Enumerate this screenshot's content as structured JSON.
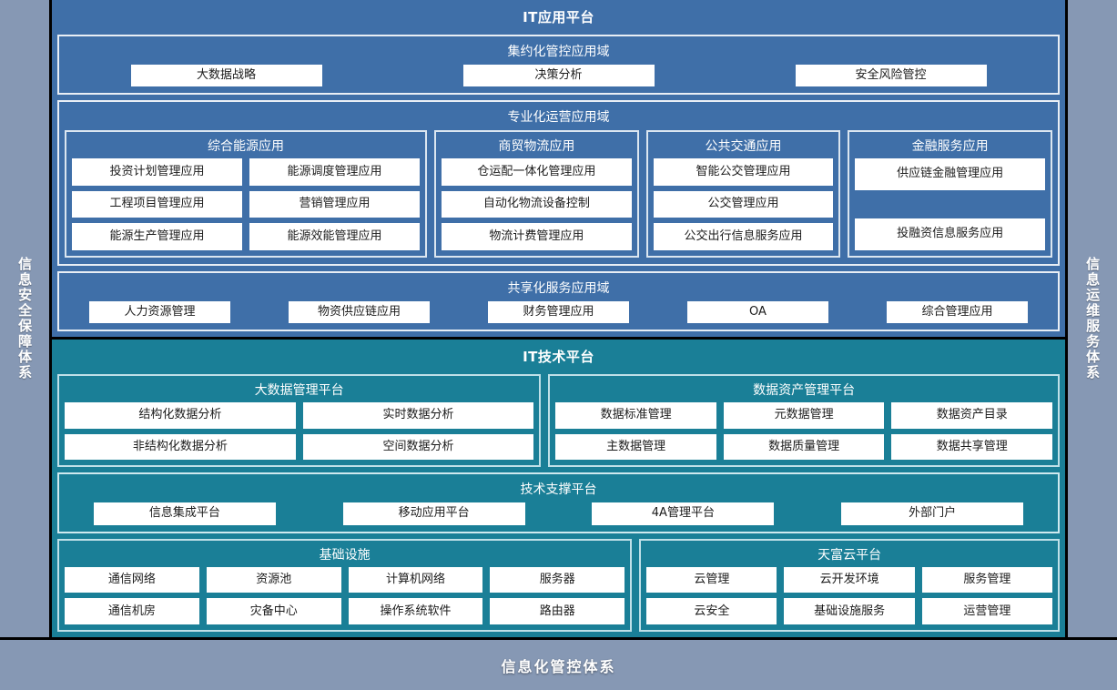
{
  "rails": {
    "left": "信息安全保障体系",
    "right": "信息运维服务体系"
  },
  "bottom_bar": {
    "label": "信息化管控体系"
  },
  "application_platform": {
    "title": "IT应用平台",
    "domains": [
      {
        "name": "intensive-management-domain",
        "title": "集约化管控应用域",
        "items": [
          "大数据战略",
          "决策分析",
          "安全风险管控"
        ]
      },
      {
        "name": "professional-operations-domain",
        "title": "专业化运营应用域",
        "groups": [
          {
            "name": "integrated-energy",
            "title": "综合能源应用",
            "columns": 2,
            "items": [
              "投资计划管理应用",
              "能源调度管理应用",
              "工程项目管理应用",
              "营销管理应用",
              "能源生产管理应用",
              "能源效能管理应用"
            ]
          },
          {
            "name": "trade-logistics",
            "title": "商贸物流应用",
            "columns": 1,
            "items": [
              "仓运配一体化管理应用",
              "自动化物流设备控制",
              "物流计费管理应用"
            ]
          },
          {
            "name": "public-transport",
            "title": "公共交通应用",
            "columns": 1,
            "items": [
              "智能公交管理应用",
              "公交管理应用",
              "公交出行信息服务应用"
            ]
          },
          {
            "name": "financial-services",
            "title": "金融服务应用",
            "columns": 1,
            "items": [
              "供应链金融管理应用",
              "",
              "投融资信息服务应用"
            ]
          }
        ]
      },
      {
        "name": "shared-services-domain",
        "title": "共享化服务应用域",
        "items": [
          "人力资源管理",
          "物资供应链应用",
          "财务管理应用",
          "OA",
          "综合管理应用"
        ]
      }
    ]
  },
  "technology_platform": {
    "title": "IT技术平台",
    "rows": [
      {
        "name": "data-platforms-row",
        "groups": [
          {
            "name": "big-data-management-platform",
            "title": "大数据管理平台",
            "columns": 2,
            "items": [
              "结构化数据分析",
              "实时数据分析",
              "非结构化数据分析",
              "空间数据分析"
            ]
          },
          {
            "name": "data-asset-management-platform",
            "title": "数据资产管理平台",
            "columns": 3,
            "items": [
              "数据标准管理",
              "元数据管理",
              "数据资产目录",
              "主数据管理",
              "数据质量管理",
              "数据共享管理"
            ]
          }
        ]
      }
    ],
    "support_band": {
      "name": "technical-support-platform",
      "title": "技术支撑平台",
      "items": [
        "信息集成平台",
        "移动应用平台",
        "4A管理平台",
        "外部门户"
      ]
    },
    "infra_row": {
      "name": "infrastructure-row",
      "groups": [
        {
          "name": "infrastructure",
          "title": "基础设施",
          "columns": 4,
          "items": [
            "通信网络",
            "资源池",
            "计算机网络",
            "服务器",
            "通信机房",
            "灾备中心",
            "操作系统软件",
            "路由器"
          ]
        },
        {
          "name": "tianfu-cloud-platform",
          "title": "天富云平台",
          "columns": 3,
          "items": [
            "云管理",
            "云开发环境",
            "服务管理",
            "云安全",
            "基础设施服务",
            "运营管理"
          ]
        }
      ]
    }
  },
  "colors": {
    "application_platform_bg": "#3f6fa8",
    "technology_platform_bg": "#1a7f97",
    "rail_bg": "#8698b4",
    "chip_bg": "#ffffff",
    "border": "#000000"
  }
}
